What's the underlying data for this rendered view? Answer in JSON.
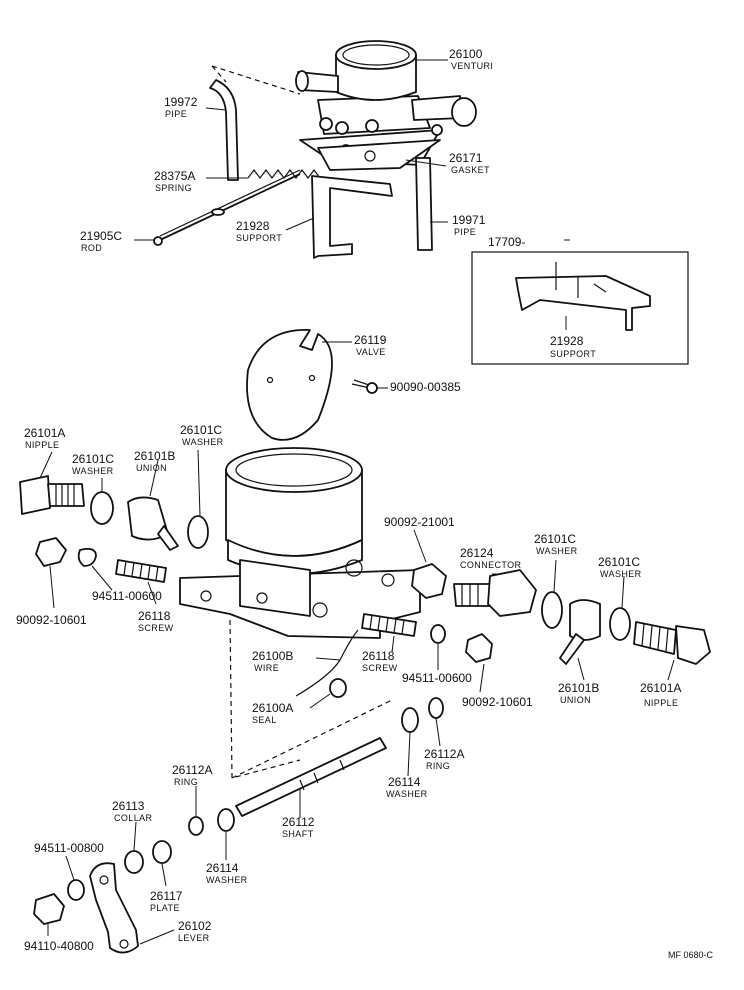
{
  "diagram_code": "MF 0680-C",
  "parts": {
    "p26100": {
      "number": "26100",
      "name": "VENTURI"
    },
    "p19972": {
      "number": "19972",
      "name": "PIPE"
    },
    "p28375a": {
      "number": "28375A",
      "name": "SPRING"
    },
    "p26171": {
      "number": "26171",
      "name": "GASKET"
    },
    "p21905c": {
      "number": "21905C",
      "name": "ROD"
    },
    "p21928a": {
      "number": "21928",
      "name": "SUPPORT"
    },
    "p19971": {
      "number": "19971",
      "name": "PIPE"
    },
    "p17709": {
      "number": "17709-"
    },
    "p21928b": {
      "number": "21928",
      "name": "SUPPORT"
    },
    "p26119": {
      "number": "26119",
      "name": "VALVE"
    },
    "p90090": {
      "number": "90090-00385"
    },
    "p26101a_l": {
      "number": "26101A",
      "name": "NIPPLE"
    },
    "p26101c_l1": {
      "number": "26101C",
      "name": "WASHER"
    },
    "p26101b_l": {
      "number": "26101B",
      "name": "UNION"
    },
    "p26101c_l2": {
      "number": "26101C",
      "name": "WASHER"
    },
    "p90092_21001": {
      "number": "90092-21001"
    },
    "p26124": {
      "number": "26124",
      "name": "CONNECTOR"
    },
    "p26101c_r1": {
      "number": "26101C",
      "name": "WASHER"
    },
    "p26101c_r2": {
      "number": "26101C",
      "name": "WASHER"
    },
    "p94511_l": {
      "number": "94511-00600"
    },
    "p90092_10601_l": {
      "number": "90092-10601"
    },
    "p26118_l": {
      "number": "26118",
      "name": "SCREW"
    },
    "p26100b": {
      "number": "26100B",
      "name": "WIRE"
    },
    "p26118_r": {
      "number": "26118",
      "name": "SCREW"
    },
    "p94511_r": {
      "number": "94511-00600"
    },
    "p26101b_r": {
      "number": "26101B",
      "name": "UNION"
    },
    "p26101a_r": {
      "number": "26101A",
      "name": "NIPPLE"
    },
    "p90092_10601_r": {
      "number": "90092-10601"
    },
    "p26100a": {
      "number": "26100A",
      "name": "SEAL"
    },
    "p26112a_r": {
      "number": "26112A",
      "name": "RING"
    },
    "p26114_r": {
      "number": "26114",
      "name": "WASHER"
    },
    "p26112a_l": {
      "number": "26112A",
      "name": "RING"
    },
    "p26113": {
      "number": "26113",
      "name": "COLLAR"
    },
    "p26112": {
      "number": "26112",
      "name": "SHAFT"
    },
    "p94511_00800": {
      "number": "94511-00800"
    },
    "p26114_l": {
      "number": "26114",
      "name": "WASHER"
    },
    "p26117": {
      "number": "26117",
      "name": "PLATE"
    },
    "p26102": {
      "number": "26102",
      "name": "LEVER"
    },
    "p94110": {
      "number": "94110-40800"
    }
  }
}
